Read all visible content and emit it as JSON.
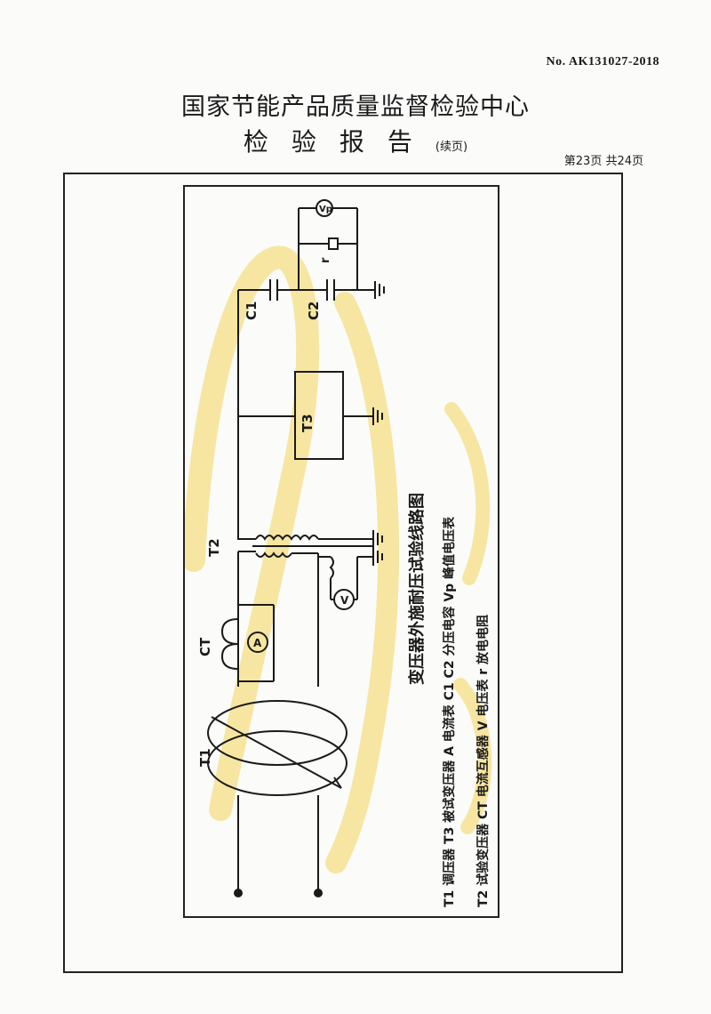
{
  "header": {
    "report_no": "No. AK131027-2018",
    "org_name": "国家节能产品质量监督检验中心",
    "report_title": "检验报告",
    "report_title_suffix": "(续页)",
    "page_info": "第23页 共24页"
  },
  "diagram": {
    "caption": "变压器外施耐压试验线路图",
    "components": {
      "T1": "T1",
      "T2": "T2",
      "T3": "T3",
      "CT": "CT",
      "A": "A",
      "V": "V",
      "C1": "C1",
      "C2": "C2",
      "r": "r",
      "Vp": "Vp"
    },
    "legend": {
      "line1": "T1  调压器      T3  被试变压器     A  电流表      C1  C2  分压电容     Vp  峰值电压表",
      "line2": "T2  试验变压器   CT  电流互感器     V  电压表      r  放电电阻"
    },
    "colors": {
      "ink": "#1a1a1a",
      "watermark": "#f4d65a"
    }
  }
}
